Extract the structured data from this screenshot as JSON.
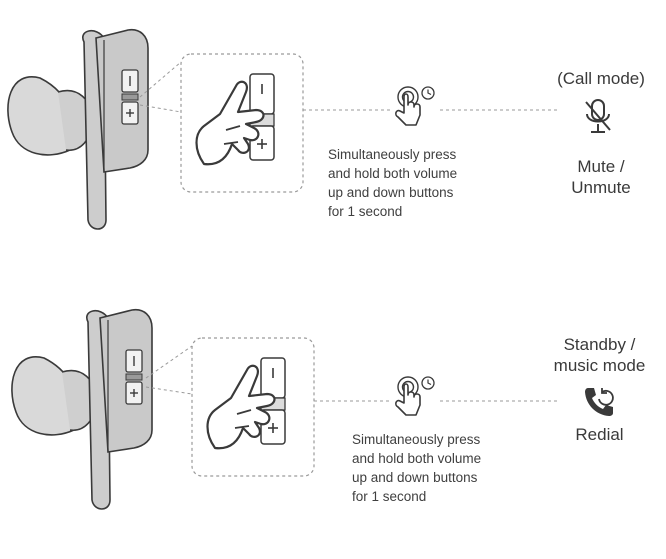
{
  "rows": [
    {
      "caption": "Simultaneously press\nand hold both volume\nup and down buttons\nfor 1 second",
      "mode": "(Call mode)",
      "result": "Mute /\nUnmute",
      "result_icon": "microphone-muted-icon",
      "action_icon": "press-and-hold-icon"
    },
    {
      "caption": "Simultaneously press\nand hold both volume\nup and down buttons\nfor 1 second",
      "mode": "Standby /\nmusic mode",
      "result": "Redial",
      "result_icon": "phone-redial-icon",
      "action_icon": "press-and-hold-icon"
    }
  ],
  "colors": {
    "outline": "#3a3a3a",
    "earbud_fill": "#d9d9d9",
    "body_fill": "#c8c8c8",
    "dash": "#9a9a9a"
  }
}
